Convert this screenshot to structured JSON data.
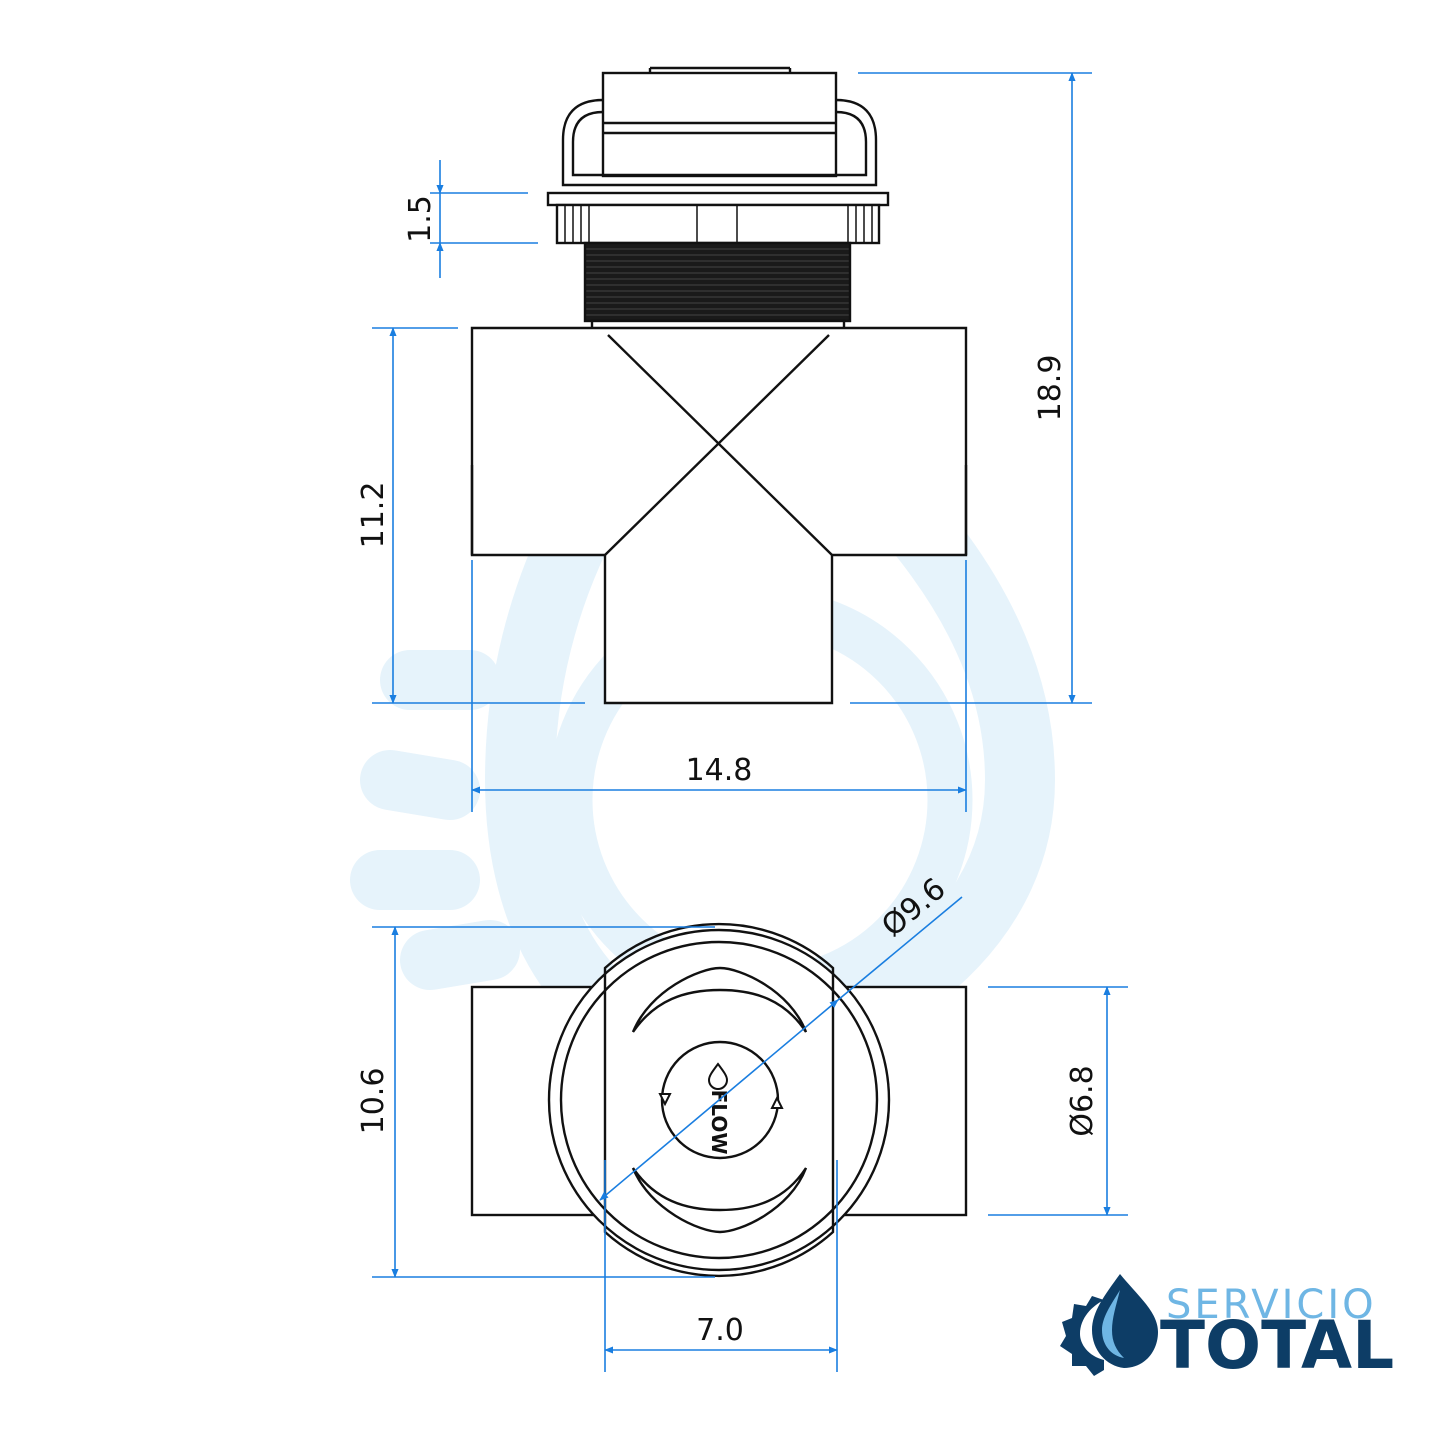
{
  "colors": {
    "line": "#111111",
    "dimension": "#1a7ee0",
    "watermark": "#e6f3fb",
    "logo_dark": "#0d3d66",
    "logo_light": "#6fb6e4"
  },
  "dimensions": {
    "cap_thickness": "1.5",
    "total_height": "18.9",
    "body_height": "11.2",
    "body_width": "14.8",
    "top_diameter": "Ø9.6",
    "side_depth": "10.6",
    "port_diameter": "Ø6.8",
    "center_width": "7.0"
  },
  "knob": {
    "label": "FLOW"
  },
  "logo": {
    "word1": "SERVICIO",
    "word2": "TOTAL"
  }
}
